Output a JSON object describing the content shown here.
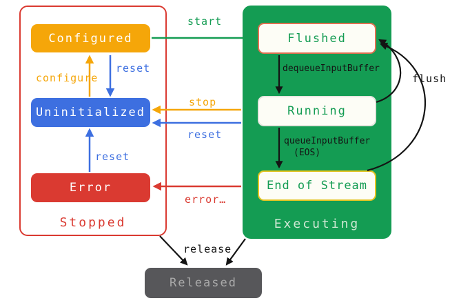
{
  "containers": {
    "stopped": {
      "label": "Stopped",
      "border_color": "#da3a31",
      "text_color": "#da3a31"
    },
    "executing": {
      "label": "Executing",
      "color": "#149c53",
      "text_color": "#cfe8d4"
    }
  },
  "nodes": {
    "configured": {
      "label": "Configured",
      "color": "#f5a609",
      "text_color": "#ffffff"
    },
    "uninitialized": {
      "label": "Uninitialized",
      "color": "#3d6fe0",
      "text_color": "#ffffff"
    },
    "error": {
      "label": "Error",
      "color": "#da3a31",
      "text_color": "#ffffff"
    },
    "flushed": {
      "label": "Flushed",
      "color": "#fdfdf6",
      "border_color": "#dd7050",
      "text_color": "#149c53"
    },
    "running": {
      "label": "Running",
      "color": "#fdfdf6",
      "text_color": "#149c53"
    },
    "end_of_stream": {
      "label": "End of Stream",
      "color": "#fdfdf6",
      "border_color": "#e3c421",
      "text_color": "#149c53"
    },
    "released": {
      "label": "Released",
      "color": "#57575a",
      "text_color": "#a9a9a9"
    }
  },
  "edges": [
    {
      "from": "uninitialized",
      "to": "configured",
      "label": "configure",
      "color": "#f5a609"
    },
    {
      "from": "configured",
      "to": "uninitialized",
      "label": "reset",
      "color": "#3d6fe0"
    },
    {
      "from": "configured",
      "to": "flushed",
      "label": "start",
      "color": "#149c53"
    },
    {
      "from": "flushed",
      "to": "running",
      "label": "dequeueInputBuffer",
      "color": "#141414"
    },
    {
      "from": "running",
      "to": "end_of_stream",
      "label": "queueInputBuffer",
      "label2": "(EOS)",
      "color": "#141414"
    },
    {
      "from": "running",
      "to": "flushed",
      "label": "flush",
      "color": "#141414"
    },
    {
      "from": "end_of_stream",
      "to": "flushed",
      "label": "flush",
      "color": "#141414"
    },
    {
      "from": "executing",
      "to": "uninitialized",
      "label": "stop",
      "color": "#f5a609"
    },
    {
      "from": "executing",
      "to": "uninitialized",
      "label": "reset",
      "color": "#3d6fe0"
    },
    {
      "from": "executing",
      "to": "error",
      "label": "error…",
      "color": "#da3a31"
    },
    {
      "from": "error",
      "to": "uninitialized",
      "label": "reset",
      "color": "#3d6fe0"
    },
    {
      "from": "stopped",
      "to": "released",
      "label": "release",
      "color": "#141414"
    },
    {
      "from": "executing",
      "to": "released",
      "label": "release",
      "color": "#141414"
    }
  ]
}
